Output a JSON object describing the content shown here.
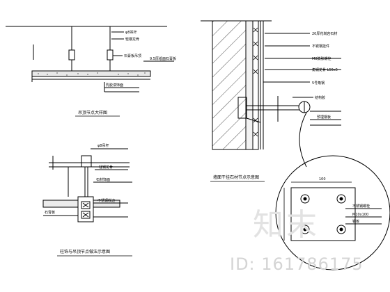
{
  "drawing": {
    "title_ceiling_section": "吊顶节点大样图",
    "title_bottom_left": "柱饰与吊顶节点做法示意图",
    "title_right_section": "墙面干挂石材节点示意图",
    "callouts_top_left": [
      "φ8吊杆",
      "轻钢龙骨",
      "石膏板吊顶",
      "9.5厚纸面石膏板",
      "乳胶漆饰面"
    ],
    "callouts_right_wall": [
      "20厚花岗岩石材",
      "不锈钢挂件",
      "M8膨胀螺栓",
      "角钢龙骨 L50x5",
      "5号角钢",
      "结构胶",
      "预埋钢板"
    ],
    "callouts_bottom_left": [
      "φ8吊杆",
      "轻钢龙骨",
      "石材饰面",
      "不锈钢收边",
      "石膏板"
    ],
    "callouts_detail_circle": [
      "不锈钢螺栓",
      "M10x100",
      "钢板"
    ],
    "detail_dim": "100"
  },
  "watermark": {
    "logo_text": "知末",
    "id_text": "ID: 161786175"
  }
}
